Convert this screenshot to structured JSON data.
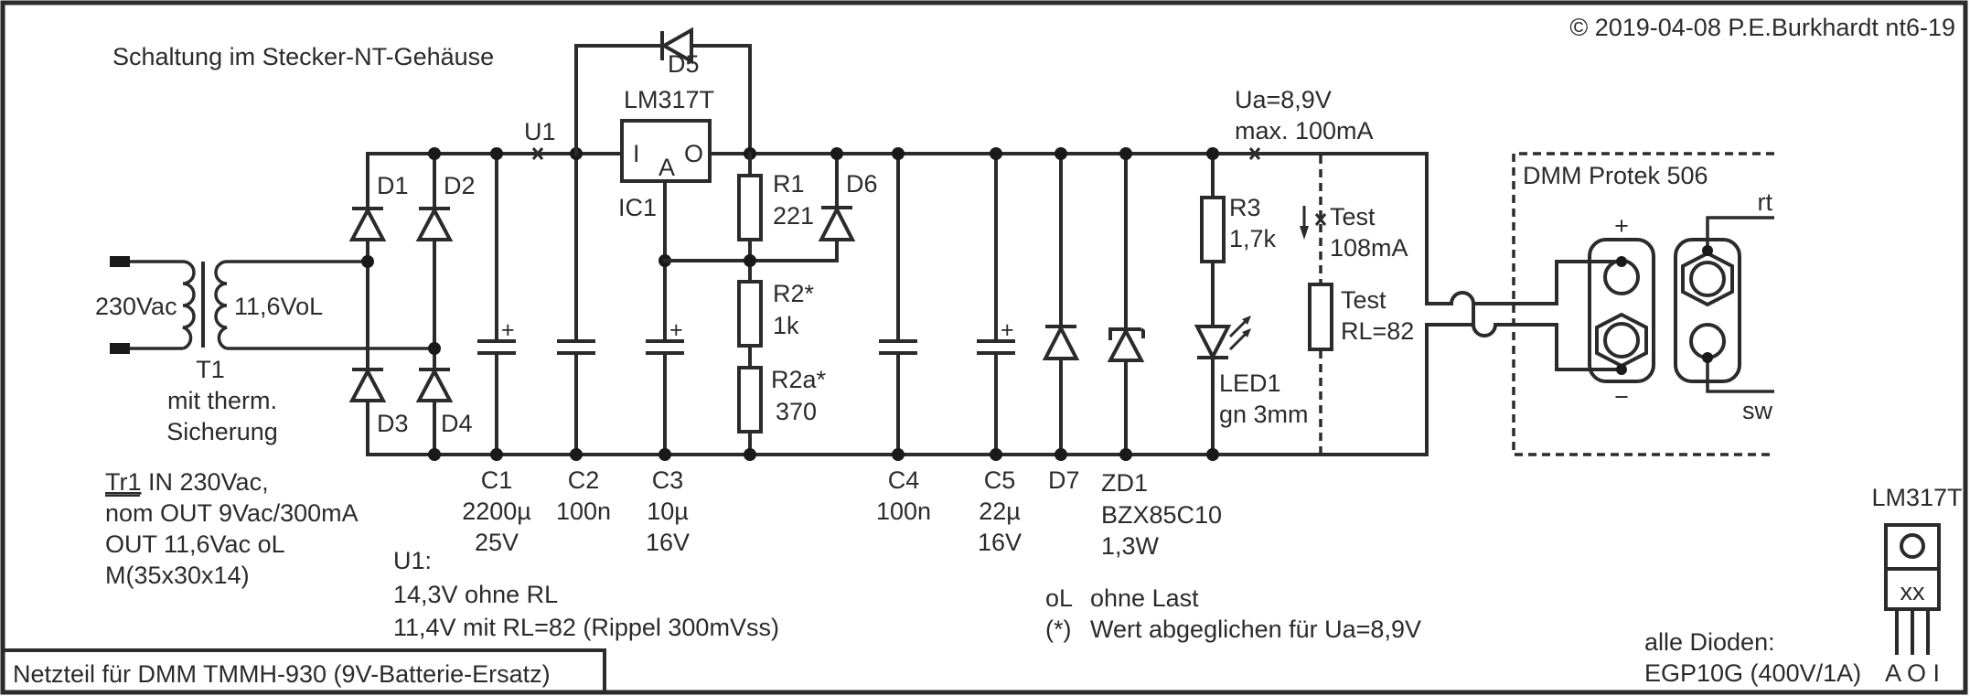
{
  "header": {
    "copyright": "© 2019-04-08 P.E.Burkhardt nt6-19",
    "subtitle": "Schaltung im Stecker-NT-Gehäuse"
  },
  "title_block": {
    "title": "Netzteil für DMM TMMH-930 (9V-Batterie-Ersatz)"
  },
  "transformer": {
    "ref": "T1",
    "primary": "230Vac",
    "secondary": "11,6VoL",
    "note_line1": "mit therm.",
    "note_line2": "Sicherung"
  },
  "transformer_spec": {
    "ref_underlined": "Tr1",
    "line1_rest": " IN 230Vac,",
    "line2": "nom OUT 9Vac/300mA",
    "line3": "OUT 11,6Vac oL",
    "line4": "M(35x30x14)"
  },
  "bridge": {
    "d1": "D1",
    "d2": "D2",
    "d3": "D3",
    "d4": "D4"
  },
  "test_points": {
    "u1": "U1",
    "ua_line1": "Ua=8,9V",
    "ua_line2": "max. 100mA"
  },
  "regulator": {
    "part": "LM317T",
    "ref": "IC1",
    "pin_in": "I",
    "pin_adj": "A",
    "pin_out": "O",
    "d5": "D5"
  },
  "components": {
    "r1": {
      "ref": "R1",
      "value": "221"
    },
    "d6": {
      "ref": "D6"
    },
    "r2": {
      "ref": "R2*",
      "value": "1k"
    },
    "r2a": {
      "ref": "R2a*",
      "value": "370"
    },
    "r3": {
      "ref": "R3",
      "value": "1,7k"
    },
    "led1": {
      "ref": "LED1",
      "value": "gn 3mm"
    },
    "c1": {
      "ref": "C1",
      "value": "2200µ",
      "voltage": "25V"
    },
    "c2": {
      "ref": "C2",
      "value": "100n"
    },
    "c3": {
      "ref": "C3",
      "value": "10µ",
      "voltage": "16V"
    },
    "c4": {
      "ref": "C4",
      "value": "100n"
    },
    "c5": {
      "ref": "C5",
      "value": "22µ",
      "voltage": "16V"
    },
    "d7": {
      "ref": "D7"
    },
    "zd1": {
      "ref": "ZD1",
      "part": "BZX85C10",
      "power": "1,3W"
    },
    "test_current_line1": "Test",
    "test_current_line2": "108mA",
    "rl_line1": "Test",
    "rl_line2": "RL=82"
  },
  "u1_notes": {
    "title": "U1:",
    "line1": "14,3V ohne RL",
    "line2": "11,4V mit RL=82 (Rippel 300mVss)"
  },
  "legend": {
    "ol_key": "oL",
    "ol_text": "ohne Last",
    "star_key": "(*)",
    "star_text": "Wert abgeglichen für Ua=8,9V"
  },
  "dmm": {
    "label": "DMM Protek 506",
    "plus": "+",
    "minus": "−",
    "red": "rt",
    "black": "sw"
  },
  "pinout": {
    "part": "LM317T",
    "marking": "xx",
    "pins": "A O I"
  },
  "diode_note": {
    "line1": "alle Dioden:",
    "line2": "EGP10G (400V/1A)"
  }
}
